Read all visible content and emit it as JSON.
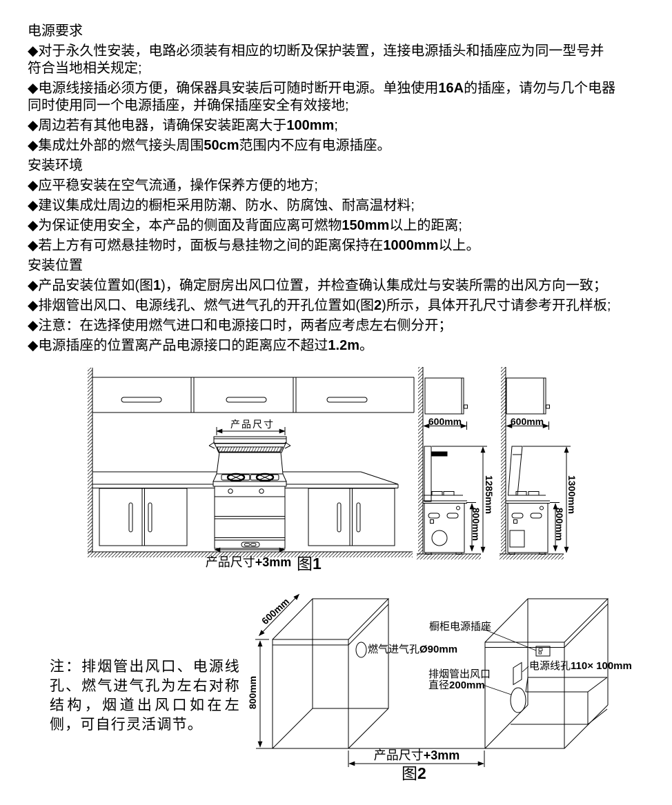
{
  "document": {
    "sections": [
      {
        "title": "电源要求",
        "bullets": [
          "◆对于永久性安装，电路必须装有相应的切断及保护装置，连接电源插头和插座应为同一型号并\n符合当地相关规定;",
          "◆电源线接插必须方便，确保器具安装后可随时断开电源。单独使用16A的插座，请勿与几个电器\n同时使用同一个电源插座，并确保插座安全有效接地;",
          "◆周边若有其他电器，请确保安装距离大于100mm;",
          "◆集成灶外部的燃气接头周围50cm范围内不应有电源插座。"
        ]
      },
      {
        "title": "安装环境",
        "bullets": [
          "◆应平稳安装在空气流通，操作保养方便的地方;",
          "◆建议集成灶周边的橱柜采用防潮、防水、防腐蚀、耐高温材料;",
          "◆为保证使用安全，本产品的侧面及背面应离可燃物150mm以上的距离;",
          "◆若上方有可燃悬挂物时，面板与悬挂物之间的距离保持在1000mm以上。"
        ]
      },
      {
        "title": "安装位置",
        "bullets": [
          "◆产品安装位置如(图1)，确定厨房出风口位置，并检查确认集成灶与安装所需的出风方向一致；",
          "◆排烟管出风口、电源线孔、燃气进气孔的开孔位置如(图2)所示，具体开孔尺寸请参考开孔样板;",
          "◆注意：在选择使用燃气进口和电源接口时，两者应考虑左右侧分开；",
          "◆电源插座的位置离产品电源接口的距离应不超过1.2m。"
        ]
      }
    ]
  },
  "figure1": {
    "caption": "图1",
    "top_dim": "产品尺寸",
    "bottom_dim": "产品尺寸+3mm",
    "left_side_view": {
      "depth": "600mm",
      "total_height": "1285mm",
      "base_height": "800mm"
    },
    "right_side_view": {
      "depth": "600mm",
      "total_height": "1300mm",
      "base_height": "800mm"
    }
  },
  "figure2": {
    "caption": "图2",
    "depth_dim": "600mm",
    "height_dim": "800mm",
    "gas_inlet_label": "燃气进气孔Ø90mm",
    "cabinet_socket_label": "橱柜电源插座",
    "cord_hole_label": "电源线孔110× 100mm",
    "exhaust_outlet_label": "排烟管出风口",
    "exhaust_diameter_label": "直径200mm",
    "bottom_dim": "产品尺寸+3mm",
    "note": "注：排烟管出风口、电源线孔、燃气进气孔为左右对称结构，烟道出风口如在左侧，可自行灵活调节。"
  }
}
